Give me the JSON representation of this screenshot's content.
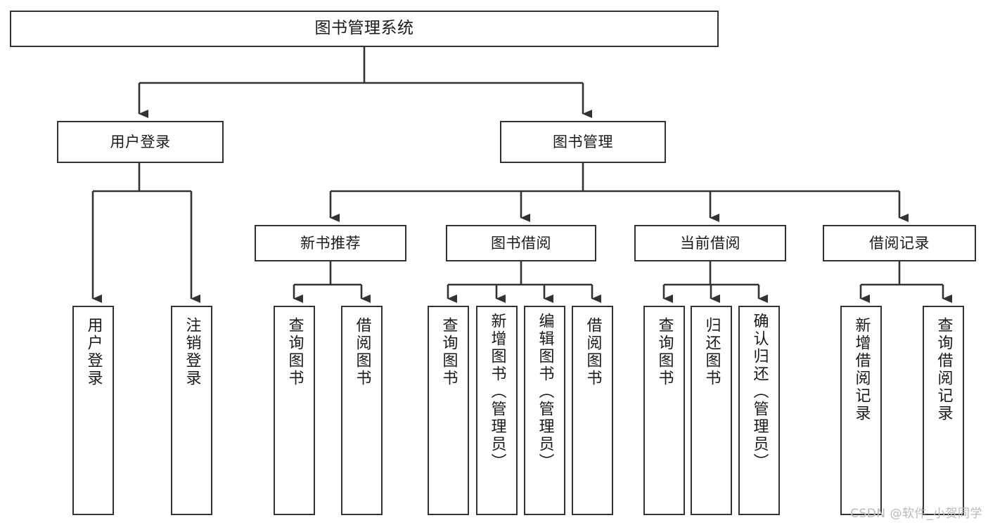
{
  "diagram": {
    "title": "图书管理系统",
    "watermark": "CSDN @软件_小贺同学",
    "line_color": "#333333",
    "box_border_color": "#333333",
    "box_fill_color": "#ffffff",
    "text_color": "#1a1a1a",
    "watermark_color": "#b9b9b9"
  },
  "nodes": {
    "root": {
      "label": "图书管理系统"
    },
    "level2": [
      {
        "label": "用户登录"
      },
      {
        "label": "图书管理"
      }
    ],
    "level3": [
      {
        "label": "新书推荐"
      },
      {
        "label": "图书借阅"
      },
      {
        "label": "当前借阅"
      },
      {
        "label": "借阅记录"
      }
    ],
    "leaves_user_login": [
      {
        "label": "用户登录"
      },
      {
        "label": "注销登录"
      }
    ],
    "leaves_new_book": [
      {
        "label": "查询图书"
      },
      {
        "label": "借阅图书"
      }
    ],
    "leaves_borrow": [
      {
        "label": "查询图书"
      },
      {
        "label": "新增图书（管理员）"
      },
      {
        "label": "编辑图书（管理员）"
      },
      {
        "label": "借阅图书"
      }
    ],
    "leaves_current": [
      {
        "label": "查询图书"
      },
      {
        "label": "归还图书"
      },
      {
        "label": "确认归还（管理员）"
      }
    ],
    "leaves_records": [
      {
        "label": "新增借阅记录"
      },
      {
        "label": "查询借阅记录"
      }
    ]
  },
  "tree_data": {
    "type": "tree",
    "title": "图书管理系统",
    "root": {
      "name": "图书管理系统",
      "children": [
        {
          "name": "用户登录",
          "children": [
            {
              "name": "用户登录",
              "children": []
            },
            {
              "name": "注销登录",
              "children": []
            }
          ]
        },
        {
          "name": "图书管理",
          "children": [
            {
              "name": "新书推荐",
              "children": [
                {
                  "name": "查询图书",
                  "children": []
                },
                {
                  "name": "借阅图书",
                  "children": []
                }
              ]
            },
            {
              "name": "图书借阅",
              "children": [
                {
                  "name": "查询图书",
                  "children": []
                },
                {
                  "name": "新增图书（管理员）",
                  "children": []
                },
                {
                  "name": "编辑图书（管理员）",
                  "children": []
                },
                {
                  "name": "借阅图书",
                  "children": []
                }
              ]
            },
            {
              "name": "当前借阅",
              "children": [
                {
                  "name": "查询图书",
                  "children": []
                },
                {
                  "name": "归还图书",
                  "children": []
                },
                {
                  "name": "确认归还（管理员）",
                  "children": []
                }
              ]
            },
            {
              "name": "借阅记录",
              "children": [
                {
                  "name": "新增借阅记录",
                  "children": []
                },
                {
                  "name": "查询借阅记录",
                  "children": []
                }
              ]
            }
          ]
        }
      ]
    }
  }
}
